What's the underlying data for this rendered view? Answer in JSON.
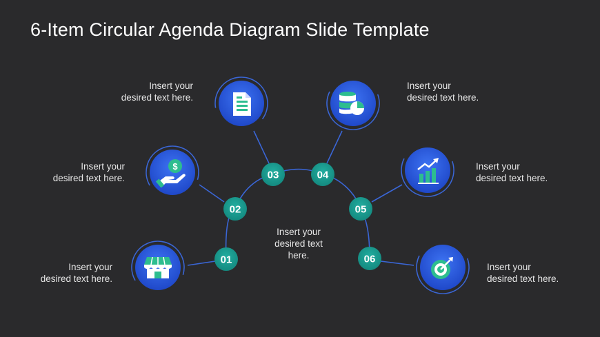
{
  "title": "6-Item Circular Agenda Diagram Slide Template",
  "center_text": [
    "Insert your",
    "desired text",
    "here."
  ],
  "items": [
    {
      "number": "01",
      "icon": "storefront-icon",
      "text": [
        "Insert your",
        "desired text here."
      ]
    },
    {
      "number": "02",
      "icon": "hand-money-icon",
      "text": [
        "Insert your",
        "desired text here."
      ]
    },
    {
      "number": "03",
      "icon": "document-icon",
      "text": [
        "Insert your",
        "desired text here."
      ]
    },
    {
      "number": "04",
      "icon": "database-chart-icon",
      "text": [
        "Insert your",
        "desired text here."
      ]
    },
    {
      "number": "05",
      "icon": "growth-chart-icon",
      "text": [
        "Insert your",
        "desired text here."
      ]
    },
    {
      "number": "06",
      "icon": "target-icon",
      "text": [
        "Insert your",
        "desired text here."
      ]
    }
  ],
  "colors": {
    "background": "#2a2a2c",
    "node_teal": "#1a9e93",
    "icon_blue": "#2f5fe0",
    "line_blue": "#3a66d6",
    "icon_green": "#2dbd8f"
  }
}
